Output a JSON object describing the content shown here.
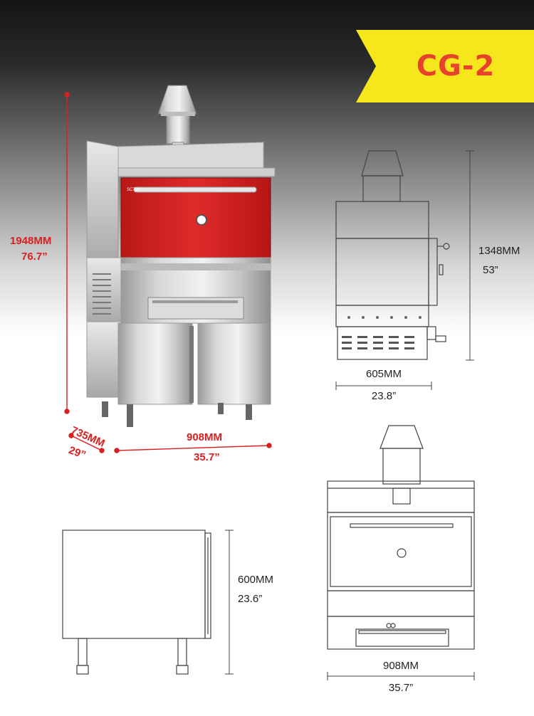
{
  "model": {
    "label": "CG-2"
  },
  "main_product": {
    "oven_brand": "SCTW",
    "height": {
      "mm": "1948MM",
      "inch": "76.7”"
    },
    "depth": {
      "mm": "735MM",
      "inch": "29”"
    },
    "width": {
      "mm": "908MM",
      "inch": "35.7”"
    }
  },
  "side_view": {
    "height": {
      "mm": "1348MM",
      "inch": "53”"
    },
    "width": {
      "mm": "605MM",
      "inch": "23.8”"
    }
  },
  "cabinet_view": {
    "height": {
      "mm": "600MM",
      "inch": "23.6”"
    }
  },
  "front_view": {
    "width": {
      "mm": "908MM",
      "inch": "35.7”"
    }
  },
  "colors": {
    "accent_red": "#d92020",
    "badge_yellow": "#f5e71c",
    "badge_text": "#e8412c",
    "oven_red": "#d42424"
  }
}
